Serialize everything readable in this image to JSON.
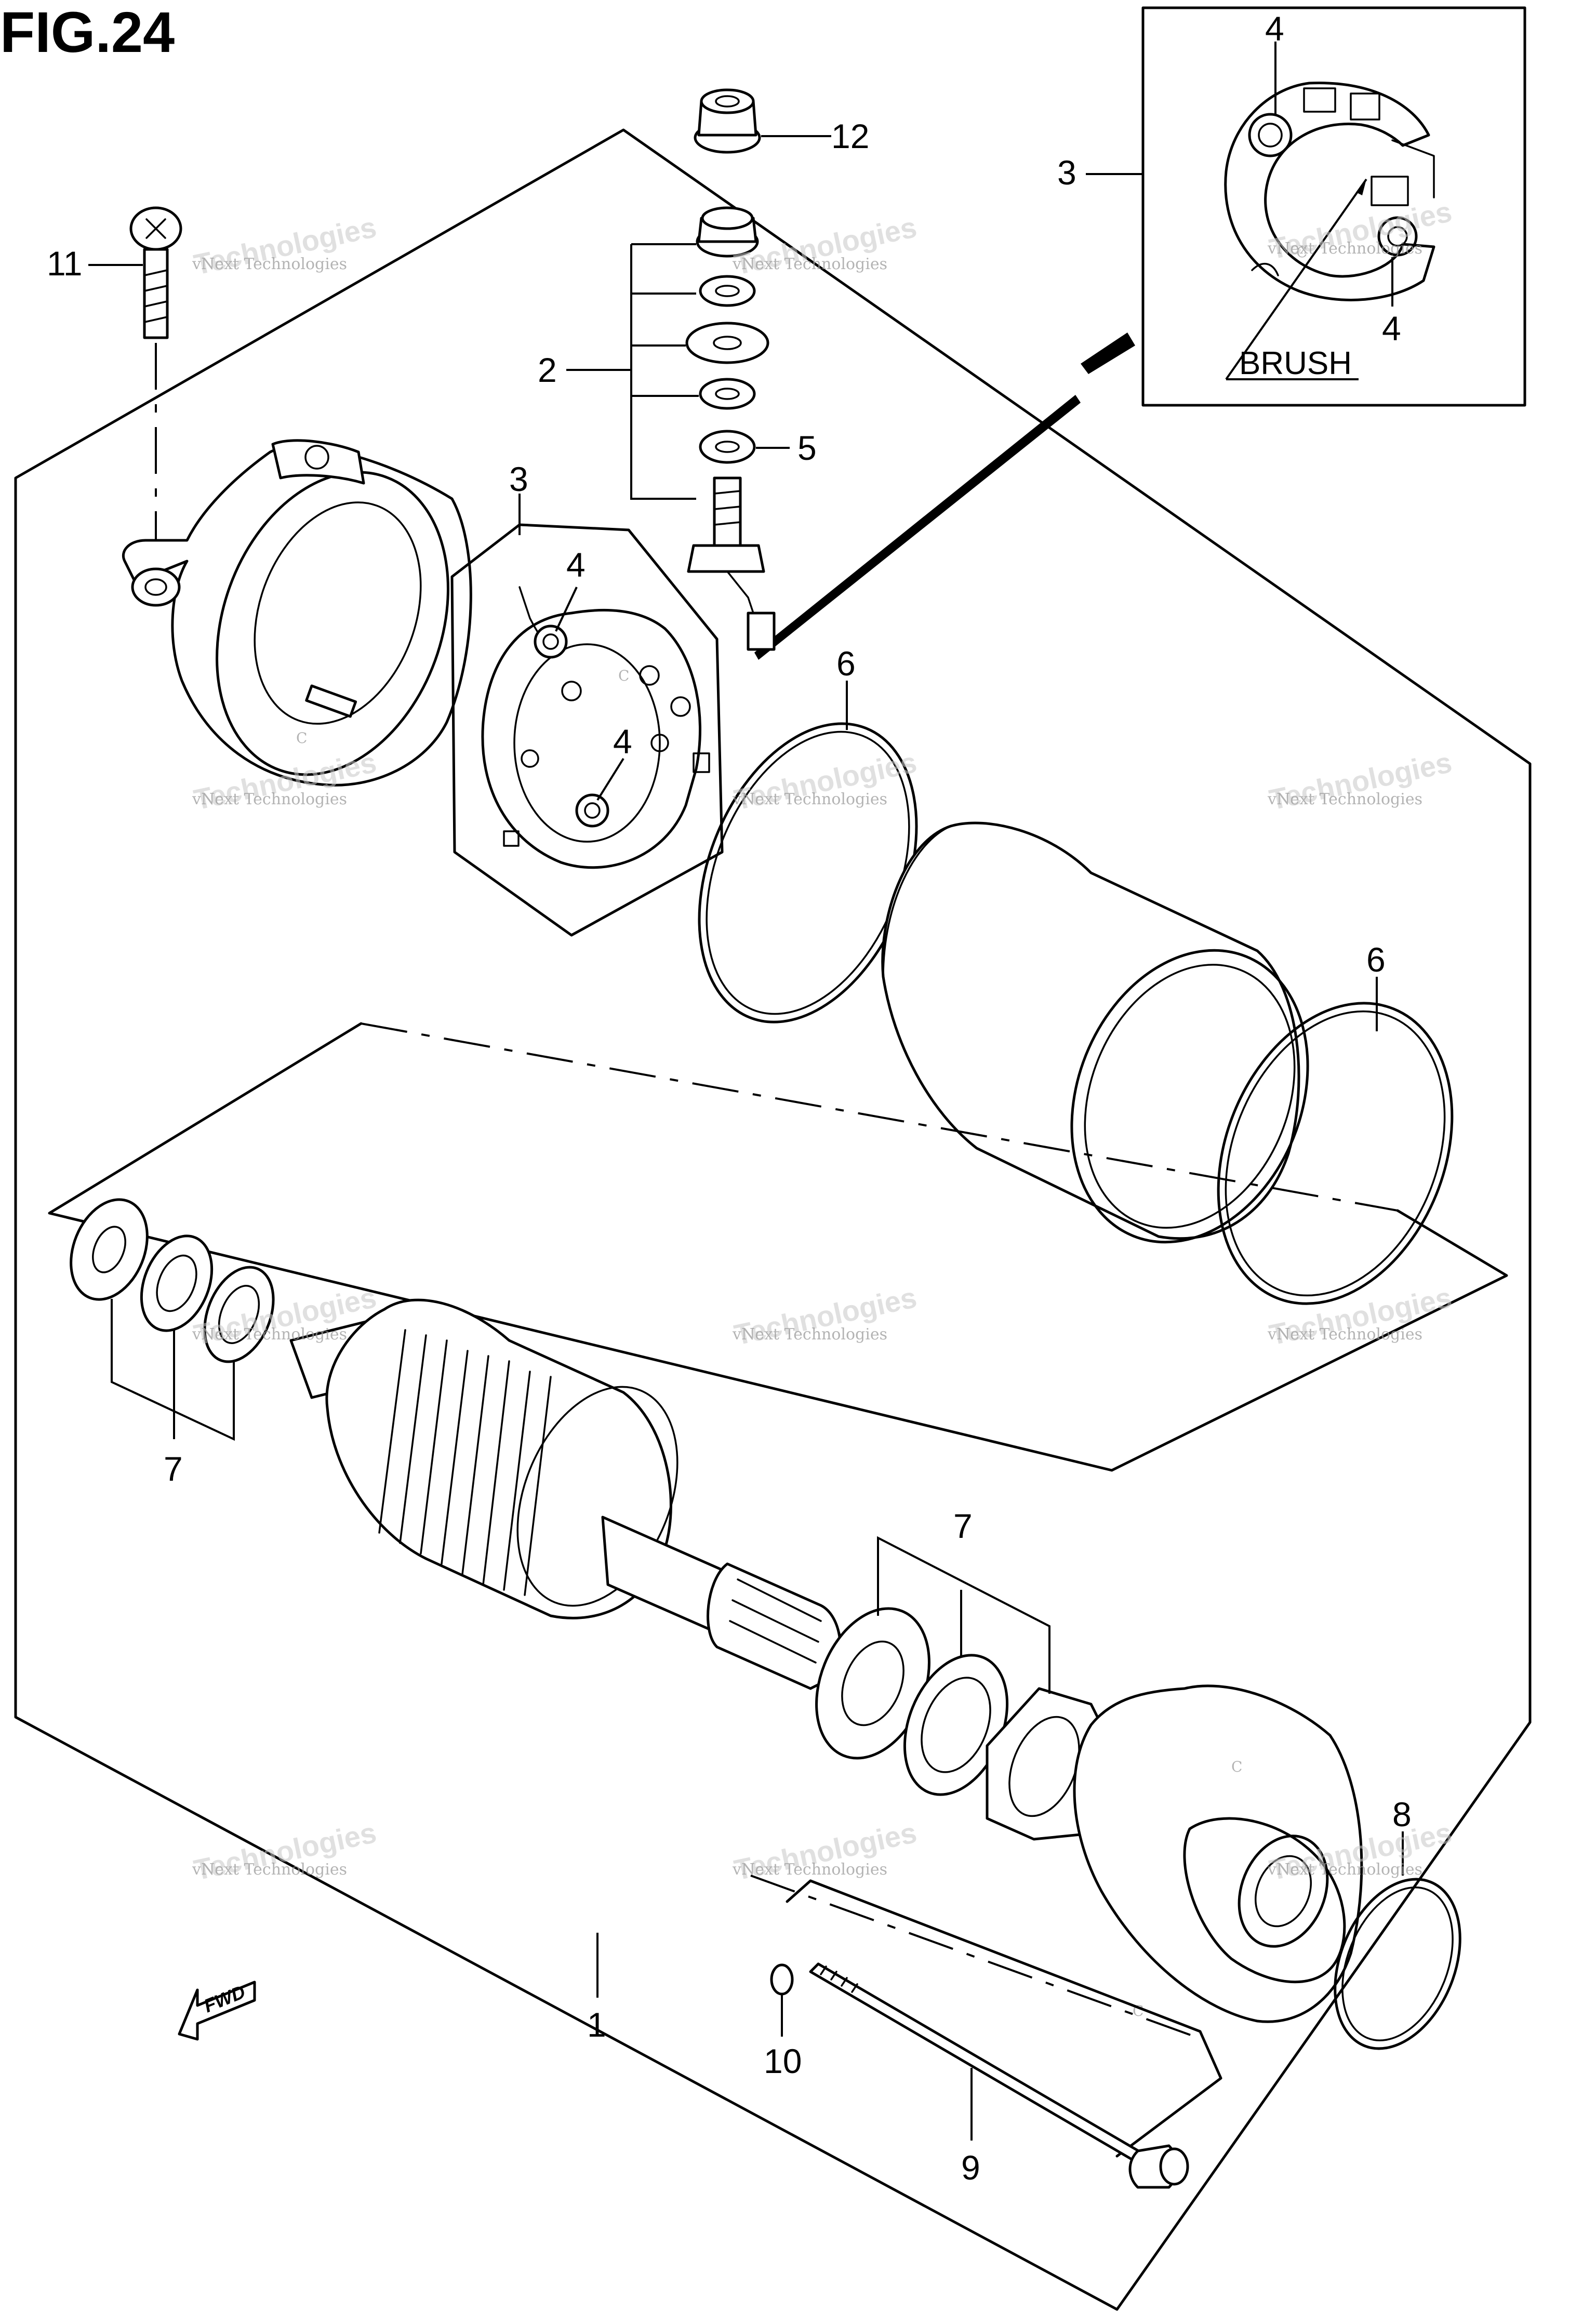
{
  "figure": {
    "title": "FIG.24"
  },
  "callouts": {
    "c1": "1",
    "c2": "2",
    "c3a": "3",
    "c3b": "3",
    "c4a": "4",
    "c4b": "4",
    "c4c": "4",
    "c4d": "4",
    "c5": "5",
    "c6a": "6",
    "c6b": "6",
    "c7a": "7",
    "c7b": "7",
    "c8": "8",
    "c9": "9",
    "c10": "10",
    "c11": "11",
    "c12": "12"
  },
  "inset": {
    "label": "BRUSH"
  },
  "direction": {
    "label": "FWD"
  },
  "watermark": {
    "line1": "vNext",
    "line2": "Technologies",
    "line3": "vNext Technologies"
  }
}
